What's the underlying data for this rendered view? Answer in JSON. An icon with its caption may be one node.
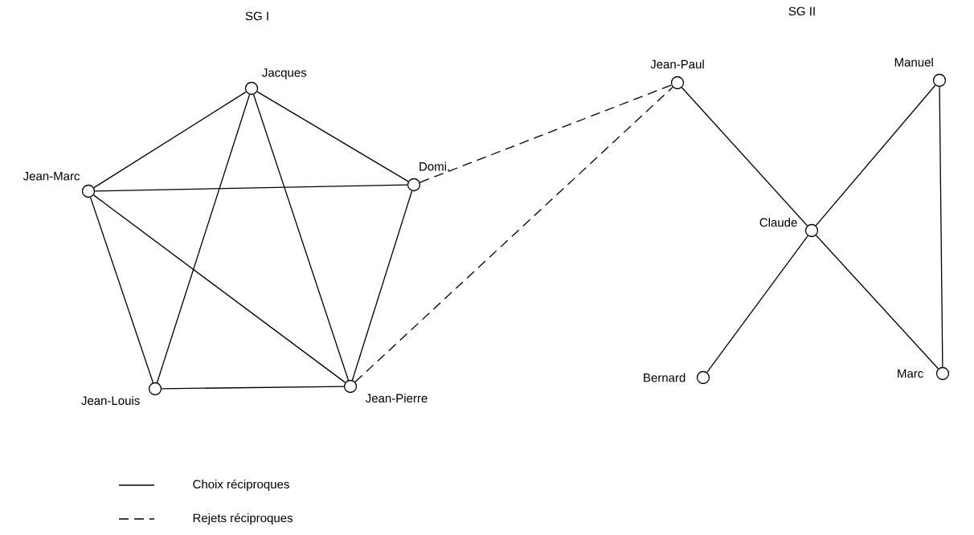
{
  "diagram": {
    "nodes": [
      {
        "text": [
          "Jacques"
        ]
      },
      {
        "text": [
          "Jean-Marc"
        ]
      },
      {
        "text": [
          "Domi."
        ]
      },
      {
        "text": [
          "Jean-Louis"
        ]
      },
      {
        "text": [
          "Jean-Pierre"
        ]
      },
      {
        "text": [
          "Jean-Paul"
        ]
      },
      {
        "text": [
          "Manuel"
        ]
      },
      {
        "text": [
          "Claude"
        ]
      },
      {
        "text": [
          "Bernard"
        ]
      },
      {
        "text": [
          "Marc"
        ]
      }
    ],
    "edges": [
      {
        "from": 0,
        "to": 1,
        "arrow": "none"
      },
      {
        "from": 0,
        "to": 2,
        "arrow": "none"
      },
      {
        "from": 0,
        "to": 3,
        "arrow": "none"
      },
      {
        "from": 0,
        "to": 4,
        "arrow": "none"
      },
      {
        "from": 1,
        "to": 2,
        "arrow": "none"
      },
      {
        "from": 1,
        "to": 3,
        "arrow": "none"
      },
      {
        "from": 1,
        "to": 4,
        "arrow": "none"
      },
      {
        "from": 2,
        "to": 4,
        "arrow": "none"
      },
      {
        "from": 3,
        "to": 4,
        "arrow": "none"
      },
      {
        "from": 2,
        "to": 5,
        "arrow": "none",
        "style": "dashed"
      },
      {
        "from": 4,
        "to": 5,
        "arrow": "none",
        "style": "dashed"
      },
      {
        "from": 5,
        "to": 7,
        "arrow": "none"
      },
      {
        "from": 7,
        "to": 6,
        "arrow": "none"
      },
      {
        "from": 7,
        "to": 8,
        "arrow": "none"
      },
      {
        "from": 7,
        "to": 9,
        "arrow": "none"
      },
      {
        "from": 6,
        "to": 9,
        "arrow": "none"
      }
    ],
    "labels": [
      "SG I",
      "SG II"
    ],
    "legend": [
      {
        "text": "Choix réciproques"
      },
      {
        "text": "Rejets réciproques"
      }
    ]
  }
}
